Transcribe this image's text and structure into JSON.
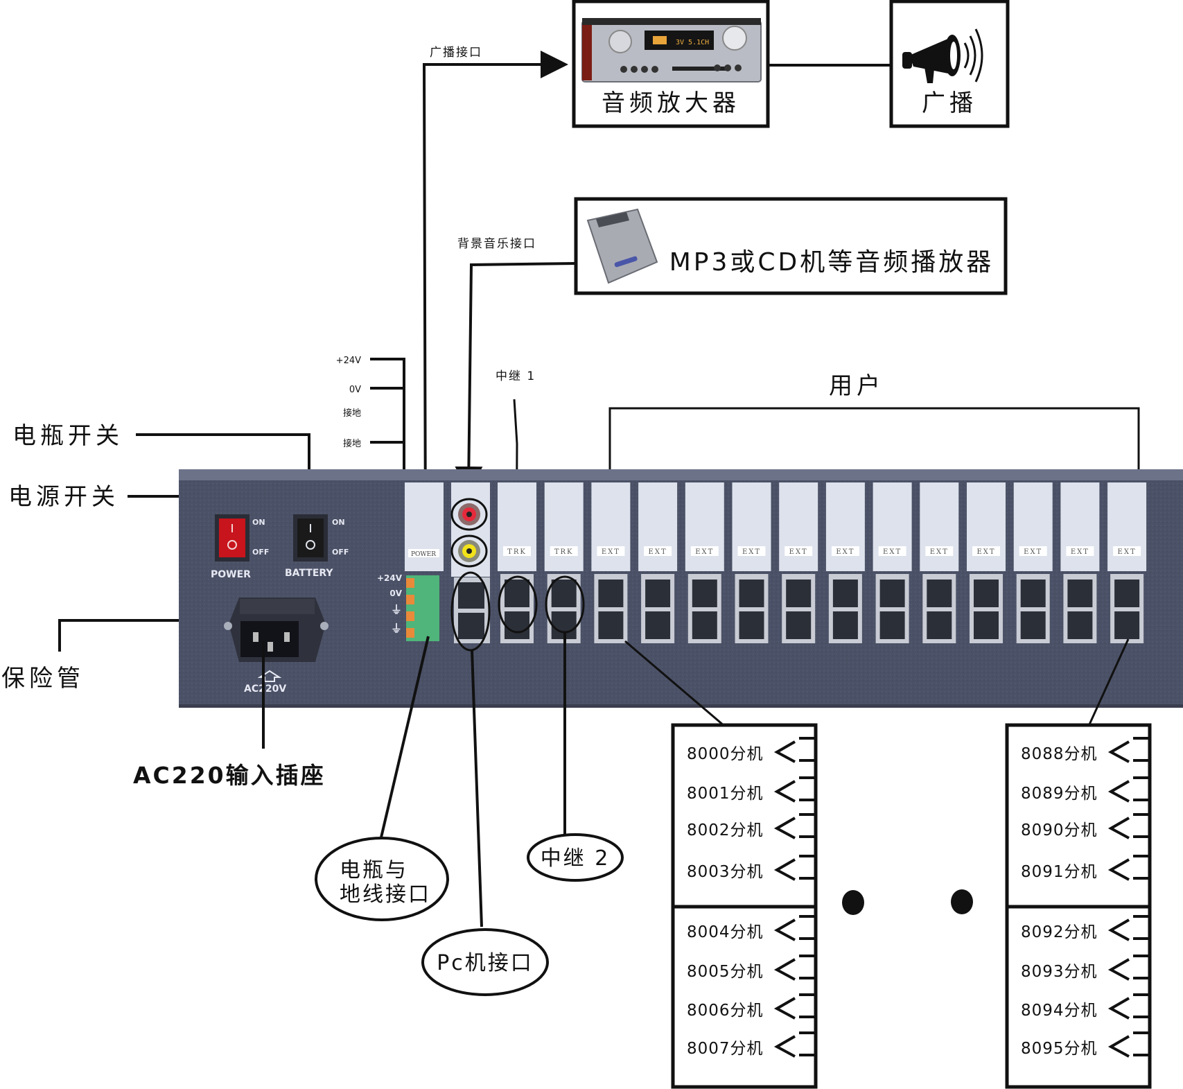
{
  "title": "电话交换机后面板接线示意图",
  "peripherals": {
    "amplifier": {
      "label": "音频放大器",
      "icon": "amplifier-icon"
    },
    "broadcast": {
      "label": "广播",
      "icon": "megaphone-icon"
    },
    "player": {
      "label": "MP3或CD机等音频播放器",
      "icon": "cd-player-icon"
    }
  },
  "callouts": {
    "broadcast_port": "广播接口",
    "bgm_port": "背景音乐接口",
    "trunk1": "中继 1",
    "users": "用户",
    "battery_switch": "电瓶开关",
    "power_switch": "电源开关",
    "fuse": "保险管",
    "ac_input": "AC220输入插座",
    "battery_ground": [
      "电瓶与",
      "地线接口"
    ],
    "pc_port": "Pc机接口",
    "trunk2": "中继 2"
  },
  "terminal_labels": [
    "+24V",
    "0V",
    "接地",
    "接地"
  ],
  "panel": {
    "power_switch": {
      "label": "POWER",
      "on": "ON",
      "off": "OFF",
      "color": "#c8141c"
    },
    "battery_switch": {
      "label": "BATTERY",
      "on": "ON",
      "off": "OFF",
      "color": "#1a1a1a"
    },
    "ac_label": "AC220V",
    "terminal_marks": [
      "+24V",
      "0V",
      "⏚",
      "⏚"
    ],
    "power_card_label": "POWER",
    "cards": [
      "TRK",
      "TRK",
      "EXT",
      "EXT",
      "EXT",
      "EXT",
      "EXT",
      "EXT",
      "EXT",
      "EXT",
      "EXT",
      "EXT",
      "EXT",
      "EXT"
    ],
    "chassis_color": "#4a5064",
    "card_color": "#dde2ec"
  },
  "extension_groups": [
    {
      "blocks": [
        [
          "8000分机",
          "8001分机",
          "8002分机",
          "8003分机"
        ],
        [
          "8004分机",
          "8005分机",
          "8006分机",
          "8007分机"
        ]
      ]
    },
    {
      "blocks": [
        [
          "8088分机",
          "8089分机",
          "8090分机",
          "8091分机"
        ],
        [
          "8092分机",
          "8093分机",
          "8094分机",
          "8095分机"
        ]
      ]
    }
  ],
  "ellipsis": [
    "•",
    "•"
  ]
}
